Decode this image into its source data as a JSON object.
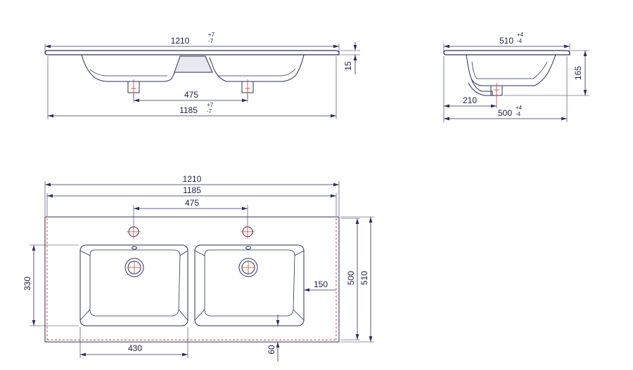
{
  "side_view": {
    "overall_width": "1210",
    "overall_width_tol_plus": "+7",
    "overall_width_tol_minus": "-7",
    "bottom_width": "1185",
    "bottom_width_tol_plus": "+7",
    "bottom_width_tol_minus": "-7",
    "drain_spacing": "475",
    "rim_thickness": "15"
  },
  "end_view": {
    "top_depth": "510",
    "top_depth_tol_plus": "+4",
    "top_depth_tol_minus": "-4",
    "bottom_depth": "500",
    "bottom_depth_tol_plus": "+4",
    "bottom_depth_tol_minus": "-4",
    "drain_offset": "210",
    "height": "165"
  },
  "plan_view": {
    "overall_width": "1210",
    "inner_width": "1185",
    "tap_spacing": "475",
    "basin_length": "330",
    "basin_width": "430",
    "side_offset": "150",
    "front_offset": "60",
    "inner_depth": "500",
    "outer_depth": "510"
  }
}
